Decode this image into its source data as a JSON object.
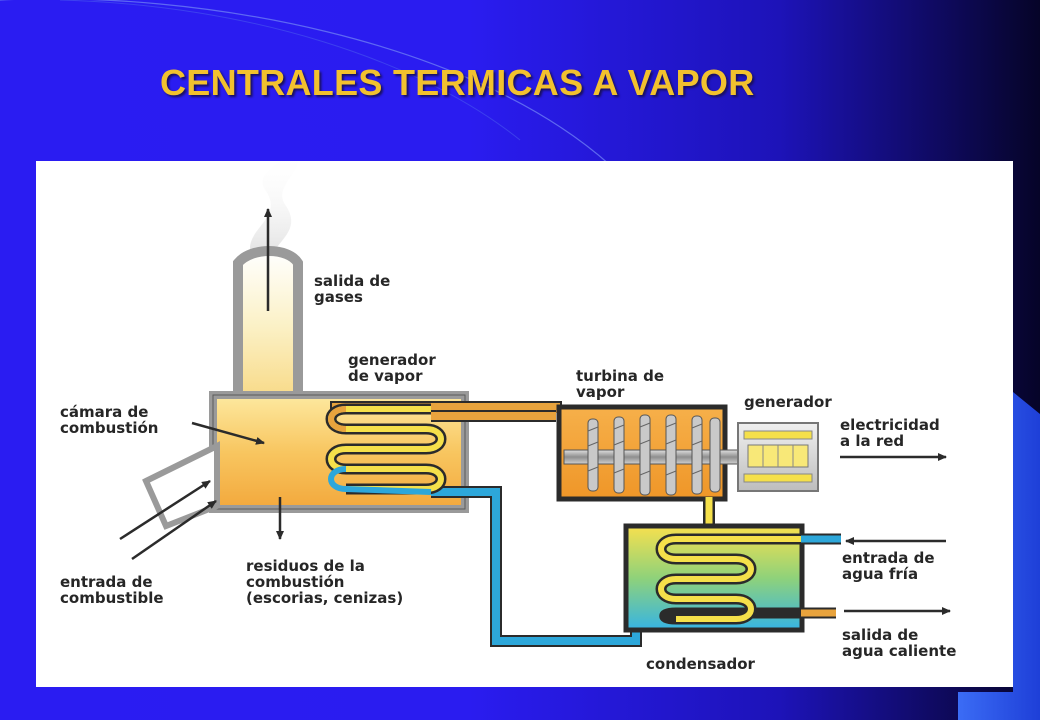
{
  "slide": {
    "title": "CENTRALES TERMICAS A VAPOR"
  },
  "diagram": {
    "labels": {
      "gas_outlet": "salida de\ngases",
      "steam_generator": "generador\nde vapor",
      "combustion_chamber": "cámara de\ncombustión",
      "fuel_inlet": "entrada de\ncombustible",
      "combustion_waste": "residuos de la\ncombustión\n(escorias, cenizas)",
      "steam_turbine": "turbina de\nvapor",
      "generator": "generador",
      "electricity": "electricidad\na la red",
      "cold_water_inlet": "entrada de\nagua fría",
      "hot_water_outlet": "salida de\nagua caliente",
      "condenser": "condensador"
    },
    "colors": {
      "slide_background": "#2a1cf2",
      "title": "#f2c12e",
      "furnace_fill": "#f6b84a",
      "steam_pipe": "#e8a33d",
      "cold_pipe": "#2da7da",
      "coil_yellow": "#f5e04a",
      "turbine_fill": "#f2a030",
      "outline": "#2b2b2b"
    }
  }
}
